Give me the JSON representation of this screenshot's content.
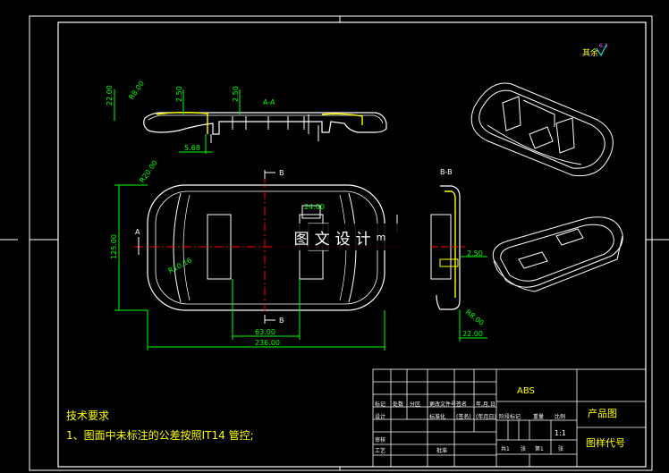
{
  "colors": {
    "frame": "#ffffff",
    "outline": "#ffffff",
    "dim": "#00ff00",
    "center": "#ff0000",
    "section": "#ffff00",
    "text_yellow": "#ffff00",
    "text_cyan": "#00ffff"
  },
  "roughness_label": "其余",
  "roughness_value": "6.3",
  "sections": {
    "aa": "A-A",
    "bb": "B-B",
    "marker_a": "A",
    "marker_b_top": "B",
    "marker_b_bot": "B"
  },
  "dims": {
    "d_22_top": "22.00",
    "d_r8_top": "R8.00",
    "d_250_a": "2.50",
    "d_250_b": "2.50",
    "d_568": "5.68",
    "d_r20": "R20.00",
    "d_2400": "24.00",
    "d_12500": "125.00",
    "d_r1016": "R10.16",
    "d_6300": "63.00",
    "d_23600": "236.00",
    "d_250_c": "2.50",
    "d_r8_b": "R8.00",
    "d_22_b": "22.00"
  },
  "notes": {
    "title": "技术要求",
    "line1": "1、图面中未标注的公差按照IT14 管控;"
  },
  "title_block": {
    "material": "ABS",
    "product_name": "产品图",
    "drawing_code": "图样代号",
    "row_a": [
      "标记",
      "处数",
      "分区",
      "更改文件号",
      "签名",
      "年,月,日"
    ],
    "row_b": [
      "设计",
      "标准化",
      "(签名)",
      "(年月日)"
    ],
    "row_b2": [
      "阶段标记",
      "重量",
      "比例"
    ],
    "scale": "1:1",
    "row_c": [
      "审核"
    ],
    "row_d": [
      "工艺",
      "批准"
    ],
    "sheets": [
      "共1",
      "张",
      "第1",
      "张"
    ]
  },
  "watermark": "图文设计",
  "watermark_tail": "m"
}
